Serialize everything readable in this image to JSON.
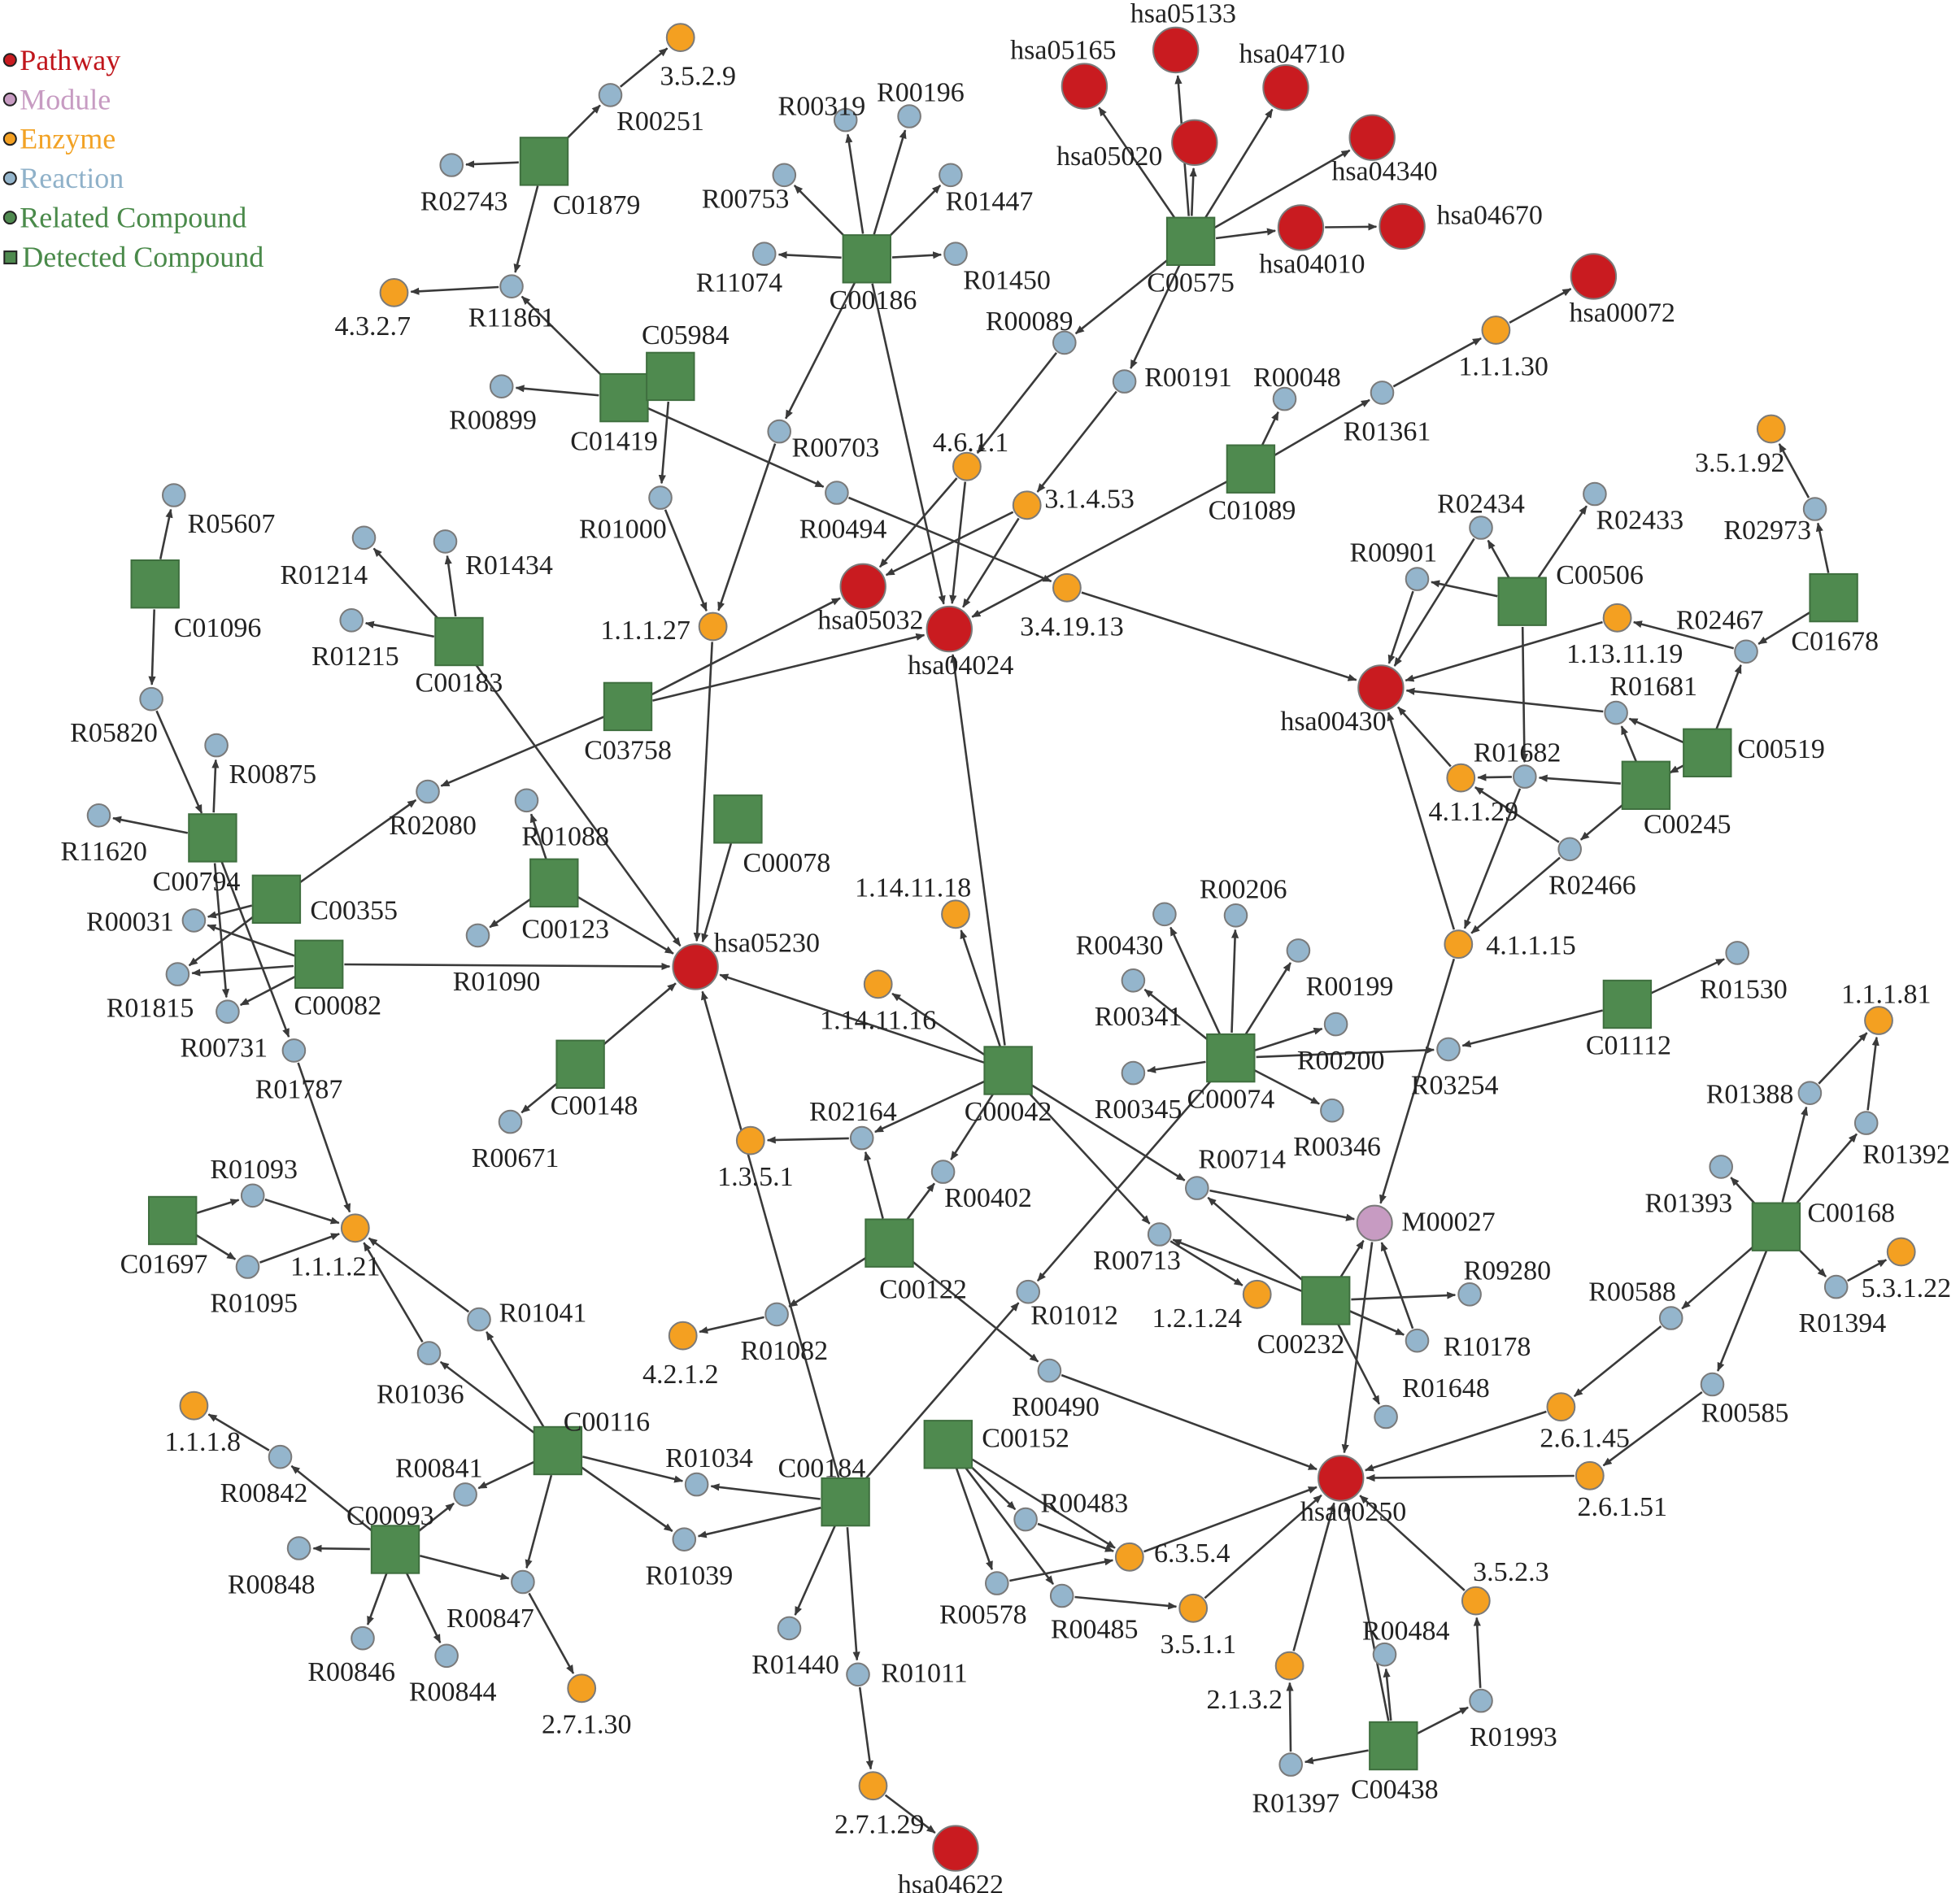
{
  "legend": [
    {
      "type": "pathway",
      "label": "Pathway",
      "color": "#c0161c"
    },
    {
      "type": "module",
      "label": "Module",
      "color": "#c79bc2"
    },
    {
      "type": "enzyme",
      "label": "Enzyme",
      "color": "#f2a224"
    },
    {
      "type": "reaction",
      "label": "Reaction",
      "color": "#8fb1c9"
    },
    {
      "type": "related",
      "label": "Related Compound",
      "color": "#4a8a4a"
    },
    {
      "type": "detected",
      "label": "Detected Compound",
      "color": "#4a8a4a"
    }
  ],
  "colors": {
    "pathway": "#c91b20",
    "module": "#c79bc2",
    "enzyme": "#f4a021",
    "reaction": "#94b5cc",
    "detected": "#4f8a4f",
    "edge": "#3a3a3a"
  },
  "nodes": [
    {
      "id": "3.5.2.9",
      "type": "enzyme"
    },
    {
      "id": "R00251",
      "type": "reaction"
    },
    {
      "id": "R02743",
      "type": "reaction"
    },
    {
      "id": "C01879",
      "type": "detected"
    },
    {
      "id": "R11861",
      "type": "reaction"
    },
    {
      "id": "4.3.2.7",
      "type": "enzyme"
    },
    {
      "id": "R00899",
      "type": "reaction"
    },
    {
      "id": "C01419",
      "type": "detected"
    },
    {
      "id": "C05984",
      "type": "detected"
    },
    {
      "id": "R01000",
      "type": "reaction"
    },
    {
      "id": "R00319",
      "type": "reaction"
    },
    {
      "id": "R00196",
      "type": "reaction"
    },
    {
      "id": "R00753",
      "type": "reaction"
    },
    {
      "id": "R01447",
      "type": "reaction"
    },
    {
      "id": "R11074",
      "type": "reaction"
    },
    {
      "id": "C00186",
      "type": "detected"
    },
    {
      "id": "R01450",
      "type": "reaction"
    },
    {
      "id": "R00703",
      "type": "reaction"
    },
    {
      "id": "R00494",
      "type": "reaction"
    },
    {
      "id": "1.1.1.27",
      "type": "enzyme"
    },
    {
      "id": "hsa05133",
      "type": "pathway"
    },
    {
      "id": "hsa05165",
      "type": "pathway"
    },
    {
      "id": "hsa04710",
      "type": "pathway"
    },
    {
      "id": "hsa05020",
      "type": "pathway"
    },
    {
      "id": "hsa04340",
      "type": "pathway"
    },
    {
      "id": "C00575",
      "type": "detected"
    },
    {
      "id": "hsa04010",
      "type": "pathway"
    },
    {
      "id": "hsa04670",
      "type": "pathway"
    },
    {
      "id": "R00089",
      "type": "reaction"
    },
    {
      "id": "R00191",
      "type": "reaction"
    },
    {
      "id": "hsa00072",
      "type": "pathway"
    },
    {
      "id": "1.1.1.30",
      "type": "enzyme"
    },
    {
      "id": "R00048",
      "type": "reaction"
    },
    {
      "id": "R01361",
      "type": "reaction"
    },
    {
      "id": "C01089",
      "type": "detected"
    },
    {
      "id": "4.6.1.1",
      "type": "enzyme"
    },
    {
      "id": "3.1.4.53",
      "type": "enzyme"
    },
    {
      "id": "3.4.19.13",
      "type": "enzyme"
    },
    {
      "id": "hsa05032",
      "type": "pathway"
    },
    {
      "id": "hsa04024",
      "type": "pathway"
    },
    {
      "id": "R05607",
      "type": "reaction"
    },
    {
      "id": "C01096",
      "type": "detected"
    },
    {
      "id": "R05820",
      "type": "reaction"
    },
    {
      "id": "R01214",
      "type": "reaction"
    },
    {
      "id": "R01434",
      "type": "reaction"
    },
    {
      "id": "R01215",
      "type": "reaction"
    },
    {
      "id": "C00183",
      "type": "detected"
    },
    {
      "id": "C03758",
      "type": "detected"
    },
    {
      "id": "R02080",
      "type": "reaction"
    },
    {
      "id": "R00875",
      "type": "reaction"
    },
    {
      "id": "R11620",
      "type": "reaction"
    },
    {
      "id": "C00794",
      "type": "detected"
    },
    {
      "id": "C00355",
      "type": "detected"
    },
    {
      "id": "R00031",
      "type": "reaction"
    },
    {
      "id": "C00082",
      "type": "detected"
    },
    {
      "id": "R01815",
      "type": "reaction"
    },
    {
      "id": "R00731",
      "type": "reaction"
    },
    {
      "id": "R01787",
      "type": "reaction"
    },
    {
      "id": "R01088",
      "type": "reaction"
    },
    {
      "id": "C00123",
      "type": "detected"
    },
    {
      "id": "R01090",
      "type": "reaction"
    },
    {
      "id": "C00078",
      "type": "detected"
    },
    {
      "id": "hsa05230",
      "type": "pathway"
    },
    {
      "id": "C00148",
      "type": "detected"
    },
    {
      "id": "R00671",
      "type": "reaction"
    },
    {
      "id": "1.14.11.18",
      "type": "enzyme"
    },
    {
      "id": "1.14.11.16",
      "type": "enzyme"
    },
    {
      "id": "C00042",
      "type": "detected"
    },
    {
      "id": "R02164",
      "type": "reaction"
    },
    {
      "id": "1.3.5.1",
      "type": "enzyme"
    },
    {
      "id": "R00402",
      "type": "reaction"
    },
    {
      "id": "C00122",
      "type": "detected"
    },
    {
      "id": "R01082",
      "type": "reaction"
    },
    {
      "id": "4.2.1.2",
      "type": "enzyme"
    },
    {
      "id": "R00430",
      "type": "reaction"
    },
    {
      "id": "R00206",
      "type": "reaction"
    },
    {
      "id": "R00199",
      "type": "reaction"
    },
    {
      "id": "R00341",
      "type": "reaction"
    },
    {
      "id": "C00074",
      "type": "detected"
    },
    {
      "id": "R00200",
      "type": "reaction"
    },
    {
      "id": "R00345",
      "type": "reaction"
    },
    {
      "id": "R00346",
      "type": "reaction"
    },
    {
      "id": "R00714",
      "type": "reaction"
    },
    {
      "id": "R00713",
      "type": "reaction"
    },
    {
      "id": "M00027",
      "type": "module"
    },
    {
      "id": "1.2.1.24",
      "type": "enzyme"
    },
    {
      "id": "C00232",
      "type": "detected"
    },
    {
      "id": "R09280",
      "type": "reaction"
    },
    {
      "id": "R10178",
      "type": "reaction"
    },
    {
      "id": "R01648",
      "type": "reaction"
    },
    {
      "id": "R01012",
      "type": "reaction"
    },
    {
      "id": "R00490",
      "type": "reaction"
    },
    {
      "id": "3.5.1.92",
      "type": "enzyme"
    },
    {
      "id": "R02973",
      "type": "reaction"
    },
    {
      "id": "R02434",
      "type": "reaction"
    },
    {
      "id": "R02433",
      "type": "reaction"
    },
    {
      "id": "R00901",
      "type": "reaction"
    },
    {
      "id": "C00506",
      "type": "detected"
    },
    {
      "id": "1.13.11.19",
      "type": "enzyme"
    },
    {
      "id": "R02467",
      "type": "reaction"
    },
    {
      "id": "C01678",
      "type": "detected"
    },
    {
      "id": "hsa00430",
      "type": "pathway"
    },
    {
      "id": "R01681",
      "type": "reaction"
    },
    {
      "id": "C00519",
      "type": "detected"
    },
    {
      "id": "R01682",
      "type": "reaction"
    },
    {
      "id": "4.1.1.29",
      "type": "enzyme"
    },
    {
      "id": "C00245",
      "type": "detected"
    },
    {
      "id": "R02466",
      "type": "reaction"
    },
    {
      "id": "4.1.1.15",
      "type": "enzyme"
    },
    {
      "id": "R01530",
      "type": "reaction"
    },
    {
      "id": "C01112",
      "type": "detected"
    },
    {
      "id": "R03254",
      "type": "reaction"
    },
    {
      "id": "1.1.1.81",
      "type": "enzyme"
    },
    {
      "id": "R01388",
      "type": "reaction"
    },
    {
      "id": "R01392",
      "type": "reaction"
    },
    {
      "id": "R01393",
      "type": "reaction"
    },
    {
      "id": "C00168",
      "type": "detected"
    },
    {
      "id": "5.3.1.22",
      "type": "enzyme"
    },
    {
      "id": "R01394",
      "type": "reaction"
    },
    {
      "id": "R00588",
      "type": "reaction"
    },
    {
      "id": "R00585",
      "type": "reaction"
    },
    {
      "id": "2.6.1.45",
      "type": "enzyme"
    },
    {
      "id": "2.6.1.51",
      "type": "enzyme"
    },
    {
      "id": "hsa00250",
      "type": "pathway"
    },
    {
      "id": "3.5.2.3",
      "type": "enzyme"
    },
    {
      "id": "R00484",
      "type": "reaction"
    },
    {
      "id": "2.1.3.2",
      "type": "enzyme"
    },
    {
      "id": "R01993",
      "type": "reaction"
    },
    {
      "id": "C00438",
      "type": "detected"
    },
    {
      "id": "R01397",
      "type": "reaction"
    },
    {
      "id": "R01093",
      "type": "reaction"
    },
    {
      "id": "C01697",
      "type": "detected"
    },
    {
      "id": "R01095",
      "type": "reaction"
    },
    {
      "id": "1.1.1.21",
      "type": "enzyme"
    },
    {
      "id": "R01041",
      "type": "reaction"
    },
    {
      "id": "R01036",
      "type": "reaction"
    },
    {
      "id": "C00116",
      "type": "detected"
    },
    {
      "id": "1.1.1.8",
      "type": "enzyme"
    },
    {
      "id": "R00842",
      "type": "reaction"
    },
    {
      "id": "R00841",
      "type": "reaction"
    },
    {
      "id": "C00093",
      "type": "detected"
    },
    {
      "id": "R00848",
      "type": "reaction"
    },
    {
      "id": "R00847",
      "type": "reaction"
    },
    {
      "id": "R00846",
      "type": "reaction"
    },
    {
      "id": "R00844",
      "type": "reaction"
    },
    {
      "id": "2.7.1.30",
      "type": "enzyme"
    },
    {
      "id": "R01034",
      "type": "reaction"
    },
    {
      "id": "R01039",
      "type": "reaction"
    },
    {
      "id": "C00184",
      "type": "detected"
    },
    {
      "id": "C00152",
      "type": "detected"
    },
    {
      "id": "R00483",
      "type": "reaction"
    },
    {
      "id": "6.3.5.4",
      "type": "enzyme"
    },
    {
      "id": "R00578",
      "type": "reaction"
    },
    {
      "id": "R00485",
      "type": "reaction"
    },
    {
      "id": "3.5.1.1",
      "type": "enzyme"
    },
    {
      "id": "R01440",
      "type": "reaction"
    },
    {
      "id": "R01011",
      "type": "reaction"
    },
    {
      "id": "2.7.1.29",
      "type": "enzyme"
    },
    {
      "id": "hsa04622",
      "type": "pathway"
    }
  ],
  "edges": [
    [
      "R00251",
      "3.5.2.9"
    ],
    [
      "C01879",
      "R00251"
    ],
    [
      "C01879",
      "R02743"
    ],
    [
      "C01879",
      "R11861"
    ],
    [
      "R11861",
      "4.3.2.7"
    ],
    [
      "C01419",
      "R11861"
    ],
    [
      "C01419",
      "R00899"
    ],
    [
      "C01419",
      "R00494"
    ],
    [
      "C05984",
      "R01000"
    ],
    [
      "R01000",
      "1.1.1.27"
    ],
    [
      "C00186",
      "R00319"
    ],
    [
      "C00186",
      "R00196"
    ],
    [
      "C00186",
      "R00753"
    ],
    [
      "C00186",
      "R01447"
    ],
    [
      "C00186",
      "R11074"
    ],
    [
      "C00186",
      "R01450"
    ],
    [
      "C00186",
      "R00703"
    ],
    [
      "C00186",
      "hsa04024"
    ],
    [
      "R00703",
      "1.1.1.27"
    ],
    [
      "R00494",
      "3.4.19.13"
    ],
    [
      "C00575",
      "hsa05165"
    ],
    [
      "C00575",
      "hsa05133"
    ],
    [
      "C00575",
      "hsa05020"
    ],
    [
      "C00575",
      "hsa04710"
    ],
    [
      "C00575",
      "hsa04340"
    ],
    [
      "C00575",
      "hsa04010"
    ],
    [
      "C00575",
      "R00089"
    ],
    [
      "C00575",
      "R00191"
    ],
    [
      "hsa04010",
      "hsa04670"
    ],
    [
      "R00089",
      "4.6.1.1"
    ],
    [
      "R00191",
      "3.1.4.53"
    ],
    [
      "C01089",
      "R00048"
    ],
    [
      "C01089",
      "R01361"
    ],
    [
      "C01089",
      "hsa04024"
    ],
    [
      "R01361",
      "1.1.1.30"
    ],
    [
      "1.1.1.30",
      "hsa00072"
    ],
    [
      "4.6.1.1",
      "hsa05032"
    ],
    [
      "4.6.1.1",
      "hsa04024"
    ],
    [
      "3.1.4.53",
      "hsa05032"
    ],
    [
      "3.1.4.53",
      "hsa04024"
    ],
    [
      "3.4.19.13",
      "hsa00430"
    ],
    [
      "C01096",
      "R05607"
    ],
    [
      "C01096",
      "R05820"
    ],
    [
      "R05820",
      "C00794"
    ],
    [
      "C00183",
      "R01214"
    ],
    [
      "C00183",
      "R01434"
    ],
    [
      "C00183",
      "R01215"
    ],
    [
      "C00183",
      "hsa05230"
    ],
    [
      "C03758",
      "hsa05032"
    ],
    [
      "C03758",
      "hsa04024"
    ],
    [
      "C03758",
      "R02080"
    ],
    [
      "C00794",
      "R00875"
    ],
    [
      "C00794",
      "R11620"
    ],
    [
      "C00794",
      "R01787"
    ],
    [
      "C00794",
      "R00731"
    ],
    [
      "C00355",
      "R02080"
    ],
    [
      "C00355",
      "R00031"
    ],
    [
      "C00355",
      "R01815"
    ],
    [
      "C00082",
      "R00031"
    ],
    [
      "C00082",
      "R01815"
    ],
    [
      "C00082",
      "R00731"
    ],
    [
      "C00082",
      "hsa05230"
    ],
    [
      "R01787",
      "1.1.1.21"
    ],
    [
      "C00123",
      "R01088"
    ],
    [
      "C00123",
      "R01090"
    ],
    [
      "C00123",
      "hsa05230"
    ],
    [
      "C00078",
      "hsa05230"
    ],
    [
      "1.1.1.27",
      "hsa05230"
    ],
    [
      "C00148",
      "hsa05230"
    ],
    [
      "C00148",
      "R00671"
    ],
    [
      "C00042",
      "hsa04024"
    ],
    [
      "C00042",
      "1.14.11.18"
    ],
    [
      "C00042",
      "1.14.11.16"
    ],
    [
      "C00042",
      "hsa05230"
    ],
    [
      "C00042",
      "R02164"
    ],
    [
      "C00042",
      "R00402"
    ],
    [
      "C00042",
      "R00714"
    ],
    [
      "C00042",
      "R00713"
    ],
    [
      "R02164",
      "1.3.5.1"
    ],
    [
      "C00122",
      "R02164"
    ],
    [
      "C00122",
      "R00402"
    ],
    [
      "C00122",
      "R01082"
    ],
    [
      "C00122",
      "R00490"
    ],
    [
      "R01082",
      "4.2.1.2"
    ],
    [
      "C00074",
      "R00430"
    ],
    [
      "C00074",
      "R00206"
    ],
    [
      "C00074",
      "R00199"
    ],
    [
      "C00074",
      "R00341"
    ],
    [
      "C00074",
      "R00200"
    ],
    [
      "C00074",
      "R00345"
    ],
    [
      "C00074",
      "R00346"
    ],
    [
      "C00074",
      "R03254"
    ],
    [
      "C00074",
      "R01012"
    ],
    [
      "R00714",
      "M00027"
    ],
    [
      "R00713",
      "1.2.1.24"
    ],
    [
      "C00232",
      "R00714"
    ],
    [
      "C00232",
      "R00713"
    ],
    [
      "C00232",
      "M00027"
    ],
    [
      "C00232",
      "R09280"
    ],
    [
      "C00232",
      "R10178"
    ],
    [
      "C00232",
      "R01648"
    ],
    [
      "R10178",
      "M00027"
    ],
    [
      "M00027",
      "hsa00250"
    ],
    [
      "R00490",
      "hsa00250"
    ],
    [
      "R02973",
      "3.5.1.92"
    ],
    [
      "C01678",
      "R02973"
    ],
    [
      "C01678",
      "R02467"
    ],
    [
      "C00506",
      "R02434"
    ],
    [
      "C00506",
      "R02433"
    ],
    [
      "C00506",
      "R00901"
    ],
    [
      "C00506",
      "R01682"
    ],
    [
      "R02434",
      "hsa00430"
    ],
    [
      "R00901",
      "hsa00430"
    ],
    [
      "R02467",
      "1.13.11.19"
    ],
    [
      "1.13.11.19",
      "hsa00430"
    ],
    [
      "R01681",
      "hsa00430"
    ],
    [
      "4.1.1.29",
      "hsa00430"
    ],
    [
      "4.1.1.15",
      "hsa00430"
    ],
    [
      "C00519",
      "R02467"
    ],
    [
      "C00519",
      "R01681"
    ],
    [
      "C00519",
      "C00245"
    ],
    [
      "C00245",
      "R01681"
    ],
    [
      "C00245",
      "R01682"
    ],
    [
      "C00245",
      "R02466"
    ],
    [
      "R01682",
      "4.1.1.29"
    ],
    [
      "R01682",
      "4.1.1.15"
    ],
    [
      "R02466",
      "4.1.1.29"
    ],
    [
      "R02466",
      "4.1.1.15"
    ],
    [
      "4.1.1.15",
      "M00027"
    ],
    [
      "C01112",
      "R01530"
    ],
    [
      "C01112",
      "R03254"
    ],
    [
      "C00168",
      "R01388"
    ],
    [
      "C00168",
      "R01392"
    ],
    [
      "C00168",
      "R01393"
    ],
    [
      "C00168",
      "R01394"
    ],
    [
      "C00168",
      "R00588"
    ],
    [
      "C00168",
      "R00585"
    ],
    [
      "R01388",
      "1.1.1.81"
    ],
    [
      "R01392",
      "1.1.1.81"
    ],
    [
      "R01394",
      "5.3.1.22"
    ],
    [
      "R00588",
      "2.6.1.45"
    ],
    [
      "R00585",
      "2.6.1.51"
    ],
    [
      "2.6.1.45",
      "hsa00250"
    ],
    [
      "2.6.1.51",
      "hsa00250"
    ],
    [
      "3.5.2.3",
      "hsa00250"
    ],
    [
      "2.1.3.2",
      "hsa00250"
    ],
    [
      "C00438",
      "hsa00250"
    ],
    [
      "6.3.5.4",
      "hsa00250"
    ],
    [
      "3.5.1.1",
      "hsa00250"
    ],
    [
      "C00438",
      "R00484"
    ],
    [
      "C00438",
      "R01993"
    ],
    [
      "C00438",
      "R01397"
    ],
    [
      "R01993",
      "3.5.2.3"
    ],
    [
      "R01397",
      "2.1.3.2"
    ],
    [
      "C01697",
      "R01093"
    ],
    [
      "C01697",
      "R01095"
    ],
    [
      "R01093",
      "1.1.1.21"
    ],
    [
      "R01095",
      "1.1.1.21"
    ],
    [
      "C00116",
      "R01041"
    ],
    [
      "C00116",
      "R01036"
    ],
    [
      "C00116",
      "R00841"
    ],
    [
      "C00116",
      "R00847"
    ],
    [
      "C00116",
      "R01034"
    ],
    [
      "C00116",
      "R01039"
    ],
    [
      "R01041",
      "1.1.1.21"
    ],
    [
      "R01036",
      "1.1.1.21"
    ],
    [
      "C00093",
      "R00842"
    ],
    [
      "C00093",
      "R00848"
    ],
    [
      "C00093",
      "R00847"
    ],
    [
      "C00093",
      "R00846"
    ],
    [
      "C00093",
      "R00844"
    ],
    [
      "C00093",
      "R00841"
    ],
    [
      "R00842",
      "1.1.1.8"
    ],
    [
      "R00847",
      "2.7.1.30"
    ],
    [
      "C00184",
      "R01034"
    ],
    [
      "C00184",
      "R01039"
    ],
    [
      "C00184",
      "R01440"
    ],
    [
      "C00184",
      "R01011"
    ],
    [
      "C00184",
      "R01012"
    ],
    [
      "C00184",
      "hsa05230"
    ],
    [
      "R01011",
      "2.7.1.29"
    ],
    [
      "2.7.1.29",
      "hsa04622"
    ],
    [
      "C00152",
      "R00483"
    ],
    [
      "C00152",
      "R00578"
    ],
    [
      "C00152",
      "R00485"
    ],
    [
      "C00152",
      "6.3.5.4"
    ],
    [
      "R00483",
      "6.3.5.4"
    ],
    [
      "R00578",
      "6.3.5.4"
    ],
    [
      "R00485",
      "3.5.1.1"
    ]
  ]
}
